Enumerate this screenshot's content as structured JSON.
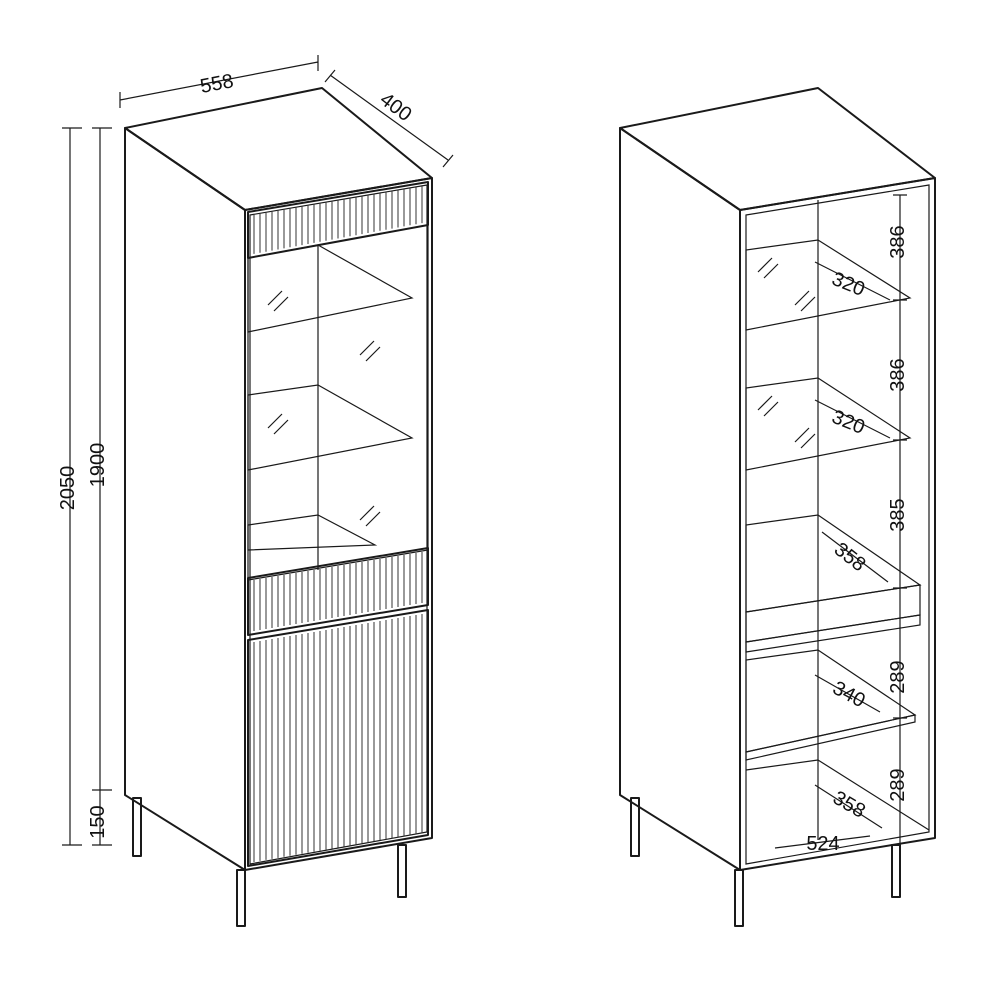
{
  "left_view": {
    "width_label": "558",
    "depth_label": "400",
    "total_height_label": "2050",
    "body_height_label": "1900",
    "leg_height_label": "150"
  },
  "right_view": {
    "compartment_heights": [
      "386",
      "386",
      "385",
      "289",
      "289"
    ],
    "shelf_depths": [
      "320",
      "320",
      "358",
      "340",
      "358"
    ],
    "inner_width_label": "524"
  }
}
